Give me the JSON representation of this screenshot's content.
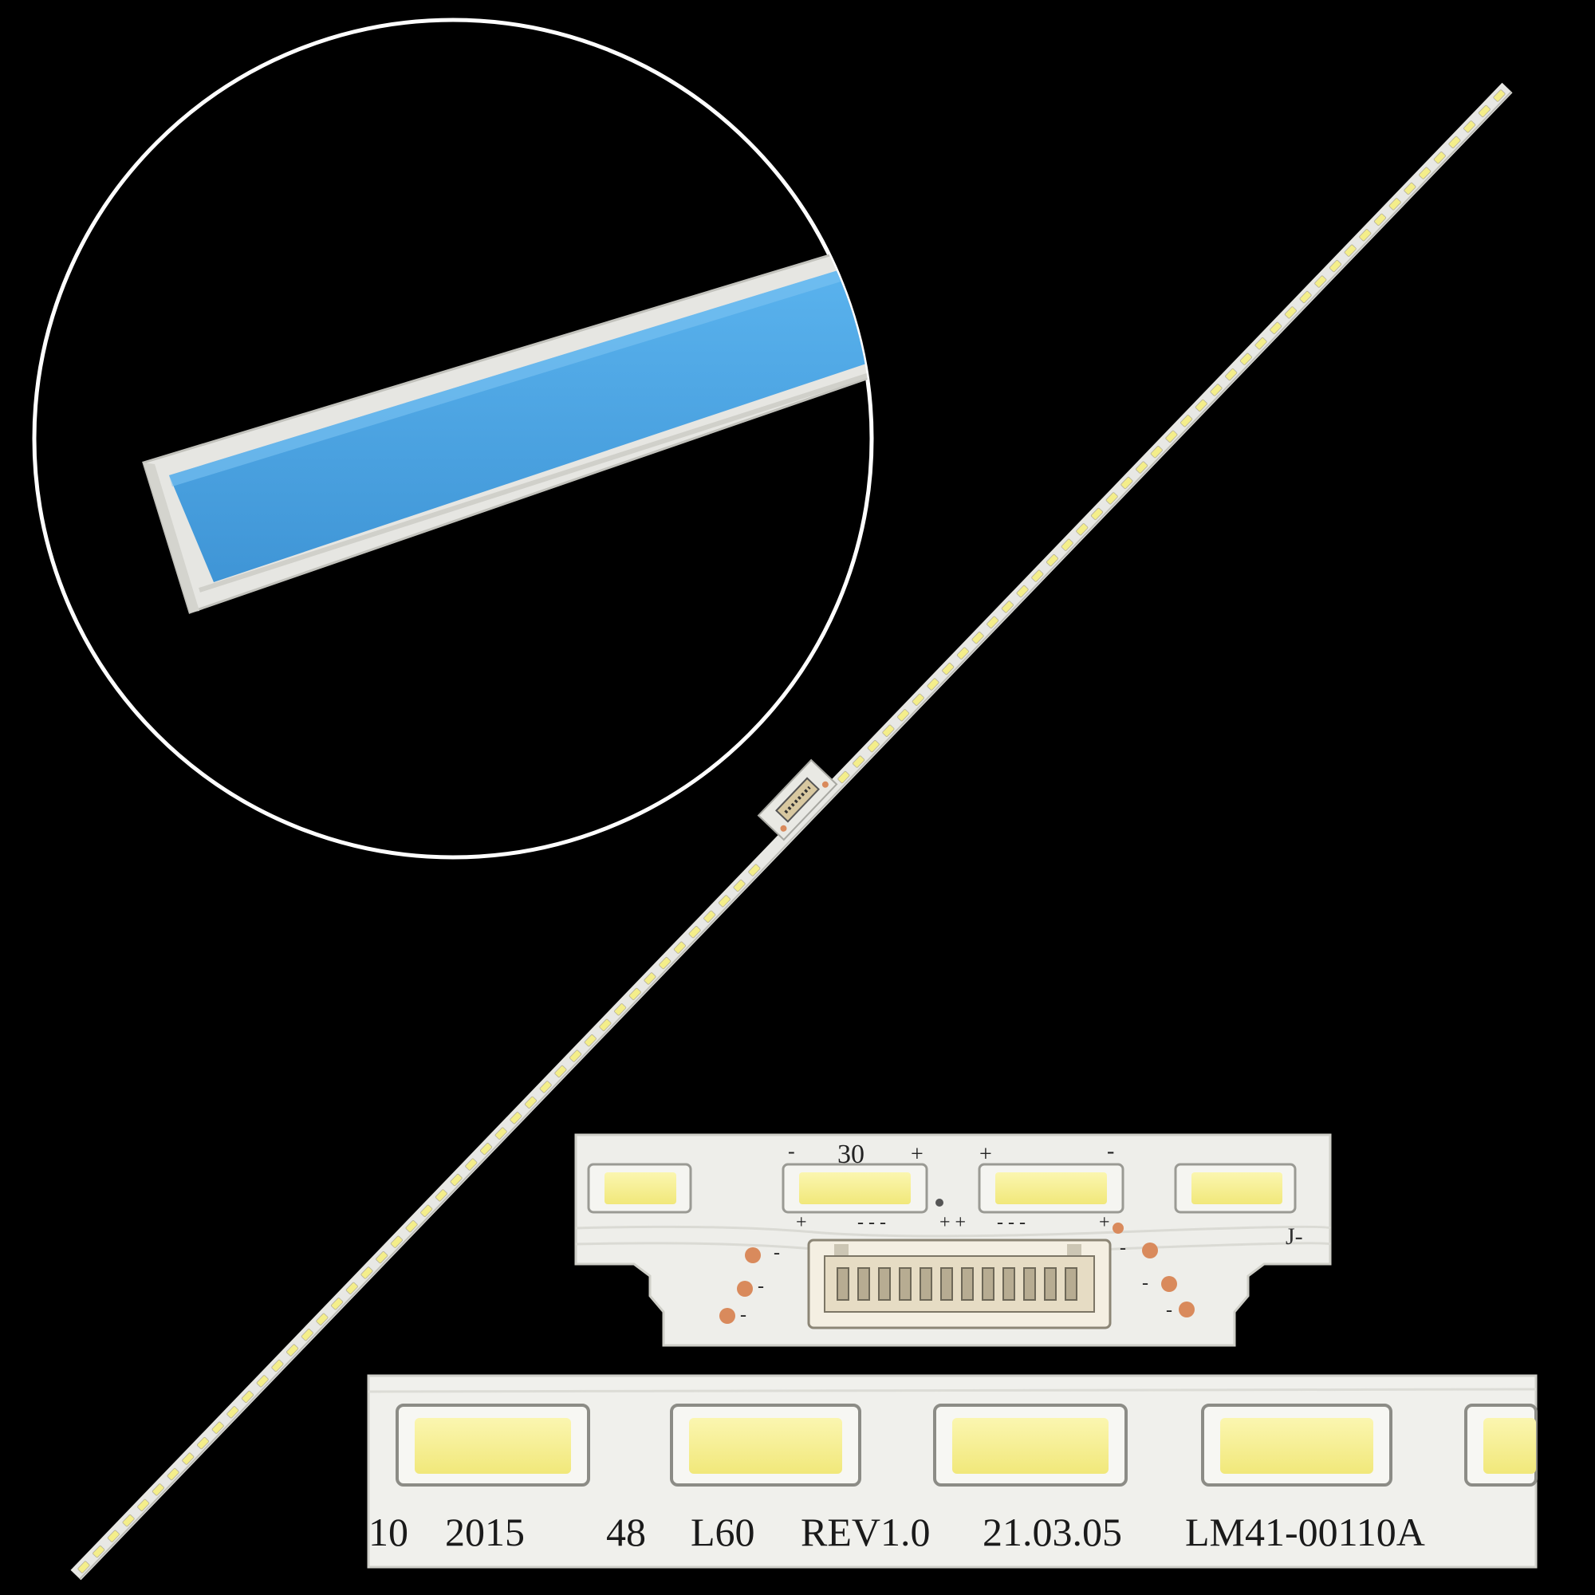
{
  "colors": {
    "background": "#000000",
    "board_white": "#eeeeea",
    "board_edge": "#c8c8c2",
    "led_yellow": "#f4ee8a",
    "led_body": "#f6f6f2",
    "tape_blue": "#4aa3e0",
    "pad_copper": "#d98a5c",
    "circle_outline": "#ffffff",
    "connector_beige": "#efe6d2"
  },
  "strip": {
    "led_count": 96
  },
  "connector_detail": {
    "top_labels": [
      "-",
      "30",
      "+",
      "+",
      "-"
    ],
    "pin_labels": [
      "+",
      "- - -",
      "+ +",
      "- - -",
      "+"
    ],
    "side_minus_labels": [
      "-",
      "-",
      "-",
      "-",
      "-",
      "-"
    ],
    "corner_label": "J-"
  },
  "label_detail": {
    "print_line": [
      "10",
      "2015",
      "48",
      "L60",
      "REV1.0",
      "21.03.05",
      "LM41-00110A"
    ]
  }
}
